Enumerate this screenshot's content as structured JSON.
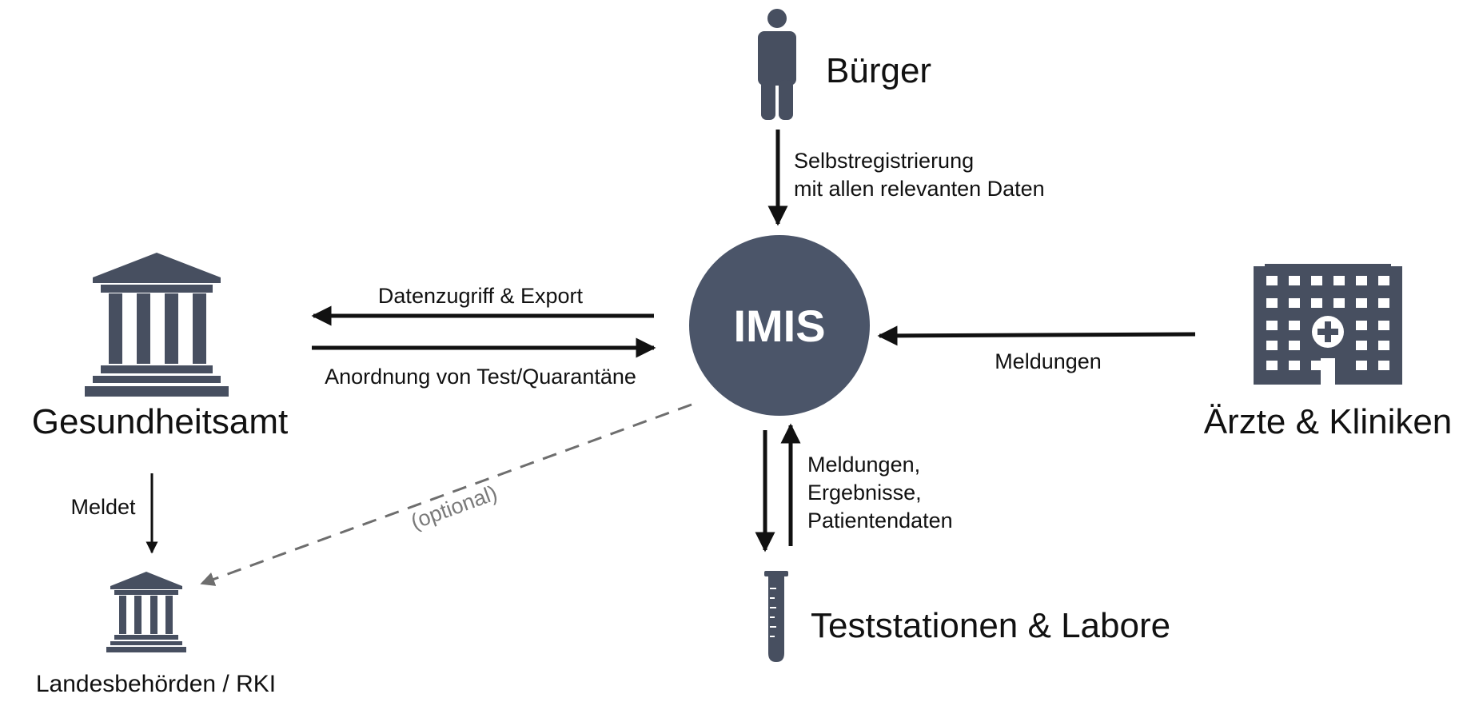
{
  "hub": {
    "label": "IMIS"
  },
  "nodes": {
    "buerger": {
      "label": "Bürger",
      "icon": "person-icon"
    },
    "gesundheitsamt": {
      "label": "Gesundheitsamt",
      "icon": "government-building-icon"
    },
    "aerzte": {
      "label": "Ärzte & Kliniken",
      "icon": "hospital-icon"
    },
    "labore": {
      "label": "Teststationen & Labore",
      "icon": "test-tube-icon"
    },
    "landesbehoerden": {
      "label": "Landesbehörden / RKI",
      "icon": "government-building-icon"
    }
  },
  "edges": {
    "selbstreg": {
      "line1": "Selbstregistrierung",
      "line2": "mit allen relevanten Daten"
    },
    "datenzugriff": {
      "label": "Datenzugriff & Export"
    },
    "anordnung": {
      "label": "Anordnung von Test/Quarantäne"
    },
    "meldungen_kliniken": {
      "label": "Meldungen"
    },
    "labor": {
      "line1": "Meldungen,",
      "line2": "Ergebnisse,",
      "line3": "Patientendaten"
    },
    "meldet": {
      "label": "Meldet"
    },
    "optional": {
      "label": "(optional)"
    }
  },
  "colors": {
    "icon": "#474f60",
    "hub": "#4b5569",
    "arrow": "#111111",
    "dashed": "#6e6e6e"
  }
}
